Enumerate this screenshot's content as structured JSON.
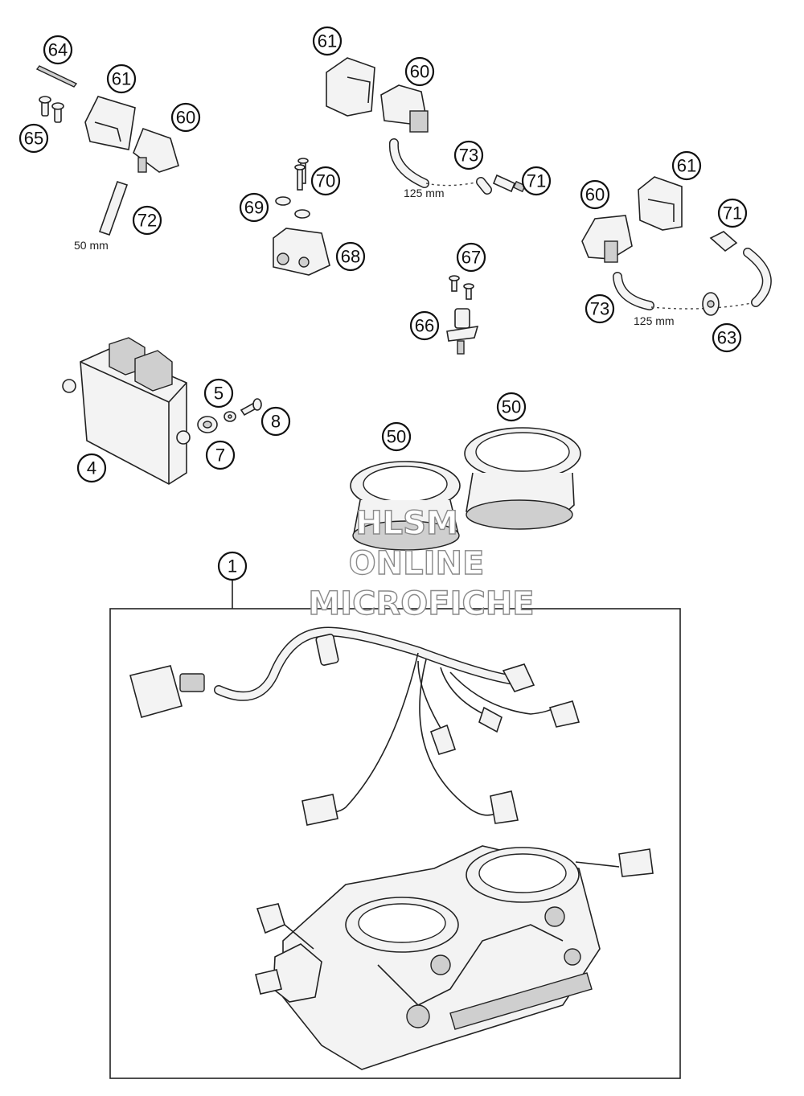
{
  "callouts": {
    "c64": "64",
    "c65": "65",
    "c61a": "61",
    "c60a": "60",
    "c72": "72",
    "c61b": "61",
    "c60b": "60",
    "c73a": "73",
    "c71a": "71",
    "c70": "70",
    "c69": "69",
    "c68": "68",
    "c61c": "61",
    "c60c": "60",
    "c71b": "71",
    "c73b": "73",
    "c63": "63",
    "c67": "67",
    "c66": "66",
    "c5": "5",
    "c8": "8",
    "c7": "7",
    "c4": "4",
    "c50a": "50",
    "c50b": "50",
    "c1": "1"
  },
  "dimensions": {
    "hose_short": "50 mm",
    "hose_a": "125 mm",
    "hose_b": "125 mm"
  },
  "watermark": {
    "line1": "HLSM",
    "line2": "ONLINE",
    "line3": "MICROFICHE"
  }
}
